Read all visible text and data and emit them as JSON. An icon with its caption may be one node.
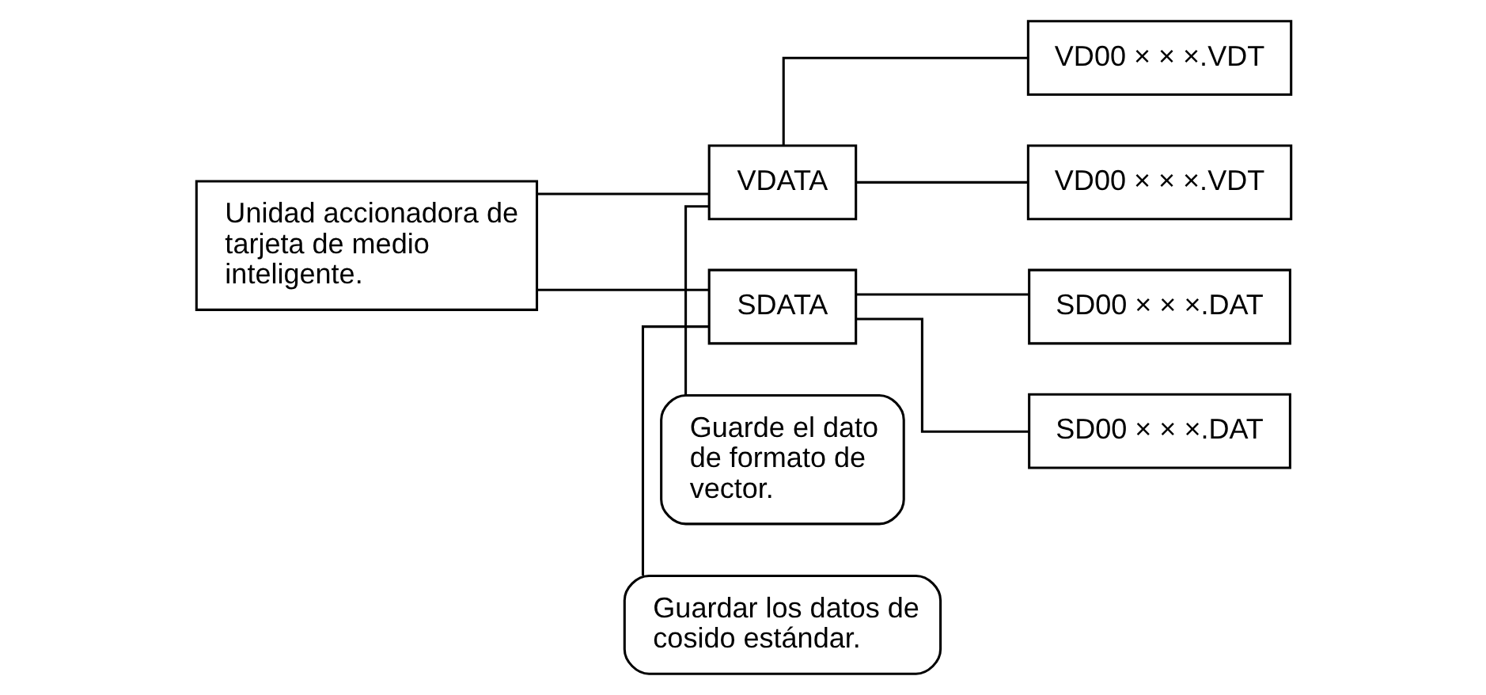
{
  "diagram": {
    "nodes": [
      {
        "text": [
          "Unidad accionadora de tarjeta de medio inteligente."
        ]
      },
      {
        "text": [
          "VDATA"
        ]
      },
      {
        "text": [
          "Guarde el dato de formato de vector."
        ]
      },
      {
        "text": [
          "VD00 × × ×.VDT"
        ]
      },
      {
        "text": [
          "VD00 × × ×.VDT"
        ]
      },
      {
        "text": [
          "SDATA"
        ]
      },
      {
        "text": [
          "Guardar los datos de cosido estándar."
        ]
      },
      {
        "text": [
          "SD00 × × ×.DAT"
        ]
      },
      {
        "text": [
          "SD00 × × ×.DAT"
        ]
      }
    ],
    "edges": [
      {
        "from": 0,
        "to": 1,
        "arrow": "none"
      },
      {
        "from": 0,
        "to": 5,
        "arrow": "none"
      },
      {
        "from": 1,
        "to": 3,
        "arrow": "none"
      },
      {
        "from": 1,
        "to": 4,
        "arrow": "none"
      },
      {
        "from": 2,
        "to": 1,
        "arrow": "none"
      },
      {
        "from": 5,
        "to": 7,
        "arrow": "none"
      },
      {
        "from": 5,
        "to": 8,
        "arrow": "none"
      },
      {
        "from": 6,
        "to": 5,
        "arrow": "none"
      }
    ]
  }
}
